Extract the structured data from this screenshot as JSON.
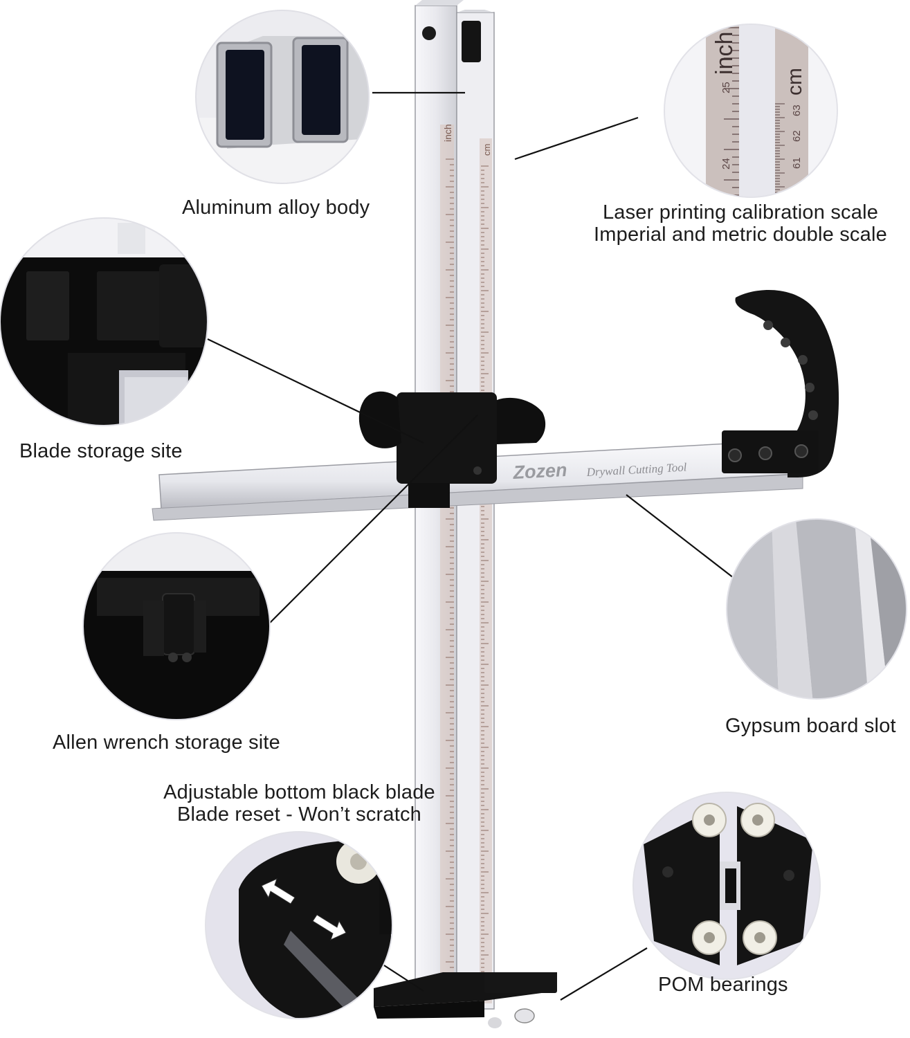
{
  "product": {
    "brand": "Zozen",
    "model": "Drywall Cutting Tool"
  },
  "colors": {
    "aluminum": "#e9e9ee",
    "aluminum_shadow": "#bfc0c6",
    "plastic_black": "#111111",
    "circle_bg": "#e7e6ef",
    "scale_text": "#7a5a50",
    "label_text": "#1c1c1c"
  },
  "callouts": {
    "aluminum_body": "Aluminum alloy body",
    "scale_line1": "Laser printing calibration scale",
    "scale_line2": "Imperial and metric double scale",
    "blade_storage": "Blade storage site",
    "allen_wrench": "Allen wrench storage site",
    "gypsum_slot": "Gypsum board slot",
    "blade_line1": "Adjustable bottom black blade",
    "blade_line2": "Blade reset - Won’t scratch",
    "pom_bearings": "POM bearings"
  },
  "scale_closeup": {
    "unit_inch": "inch",
    "unit_cm": "cm",
    "inch_marks": [
      "25",
      "24"
    ],
    "cm_marks": [
      "63",
      "62",
      "61"
    ]
  },
  "main_ruler": {
    "unit_inch": "inch",
    "unit_cm": "cm"
  },
  "icons": {
    "blade_arrows": "double-arrow-icon"
  }
}
